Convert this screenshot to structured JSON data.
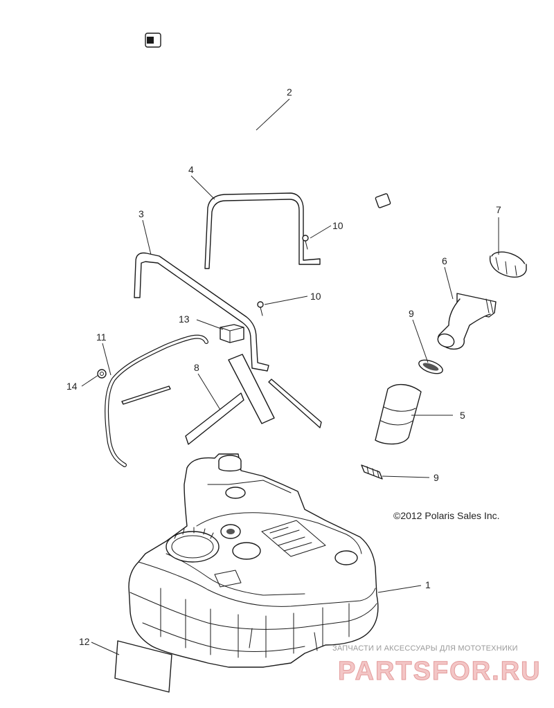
{
  "copyright": "©2012 Polaris Sales Inc.",
  "watermark": {
    "tagline": "ЗАПЧАСТИ И АКСЕССУАРЫ ДЛЯ МОТОТЕХНИКИ",
    "logo": "PARTSFOR.RU"
  },
  "callouts": {
    "c1": "1",
    "c2": "2",
    "c3": "3",
    "c4": "4",
    "c5": "5",
    "c6": "6",
    "c7": "7",
    "c8": "8",
    "c9a": "9",
    "c9b": "9",
    "c10a": "10",
    "c10b": "10",
    "c11": "11",
    "c12": "12",
    "c13": "13",
    "c14": "14"
  },
  "colors": {
    "line": "#1a1a1a",
    "background": "#ffffff",
    "watermark": "#e39a9a"
  }
}
